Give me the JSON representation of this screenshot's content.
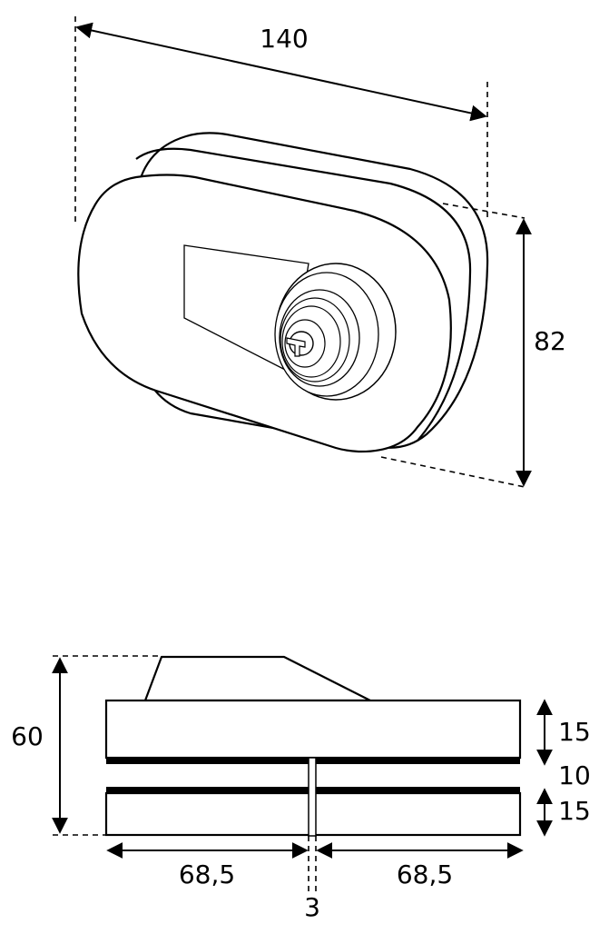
{
  "diagram": {
    "perspective_view": {
      "width_label": "140",
      "height_label": "82"
    },
    "side_view": {
      "total_height_label": "60",
      "top_block_label": "15",
      "gap_label": "10",
      "bottom_block_label": "15",
      "left_width_label": "68,5",
      "right_width_label": "68,5",
      "center_gap_label": "3"
    },
    "colors": {
      "line": "#000000",
      "background": "#ffffff"
    }
  }
}
